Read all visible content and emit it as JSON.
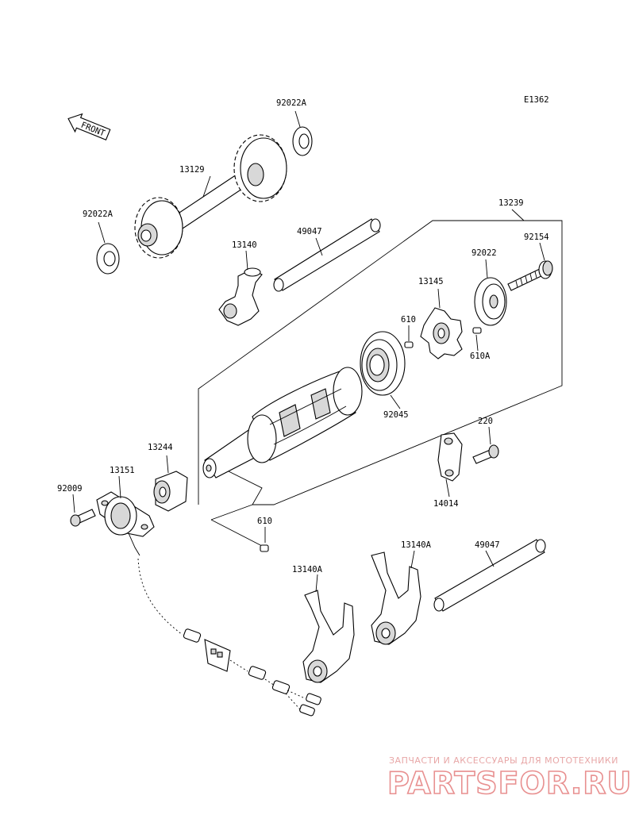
{
  "diagram_code": "E1362",
  "front_marker": "FRONT",
  "parts": {
    "p92022A_top": "92022A",
    "p13129": "13129",
    "p92022A_left": "92022A",
    "p49047_top": "49047",
    "p13140": "13140",
    "p13239": "13239",
    "p92154": "92154",
    "p92022": "92022",
    "p13145": "13145",
    "p610_a": "610",
    "p610A": "610A",
    "p92045": "92045",
    "p220": "220",
    "p14014": "14014",
    "p13244": "13244",
    "p13151": "13151",
    "p92009": "92009",
    "p610_b": "610",
    "p13140A_left": "13140A",
    "p13140A_right": "13140A",
    "p49047_right": "49047"
  },
  "watermark": {
    "line1": "ЗАПЧАСТИ И АКСЕССУАРЫ ДЛЯ МОТОТЕХНИКИ",
    "line2": "PARTSFOR.RU"
  }
}
